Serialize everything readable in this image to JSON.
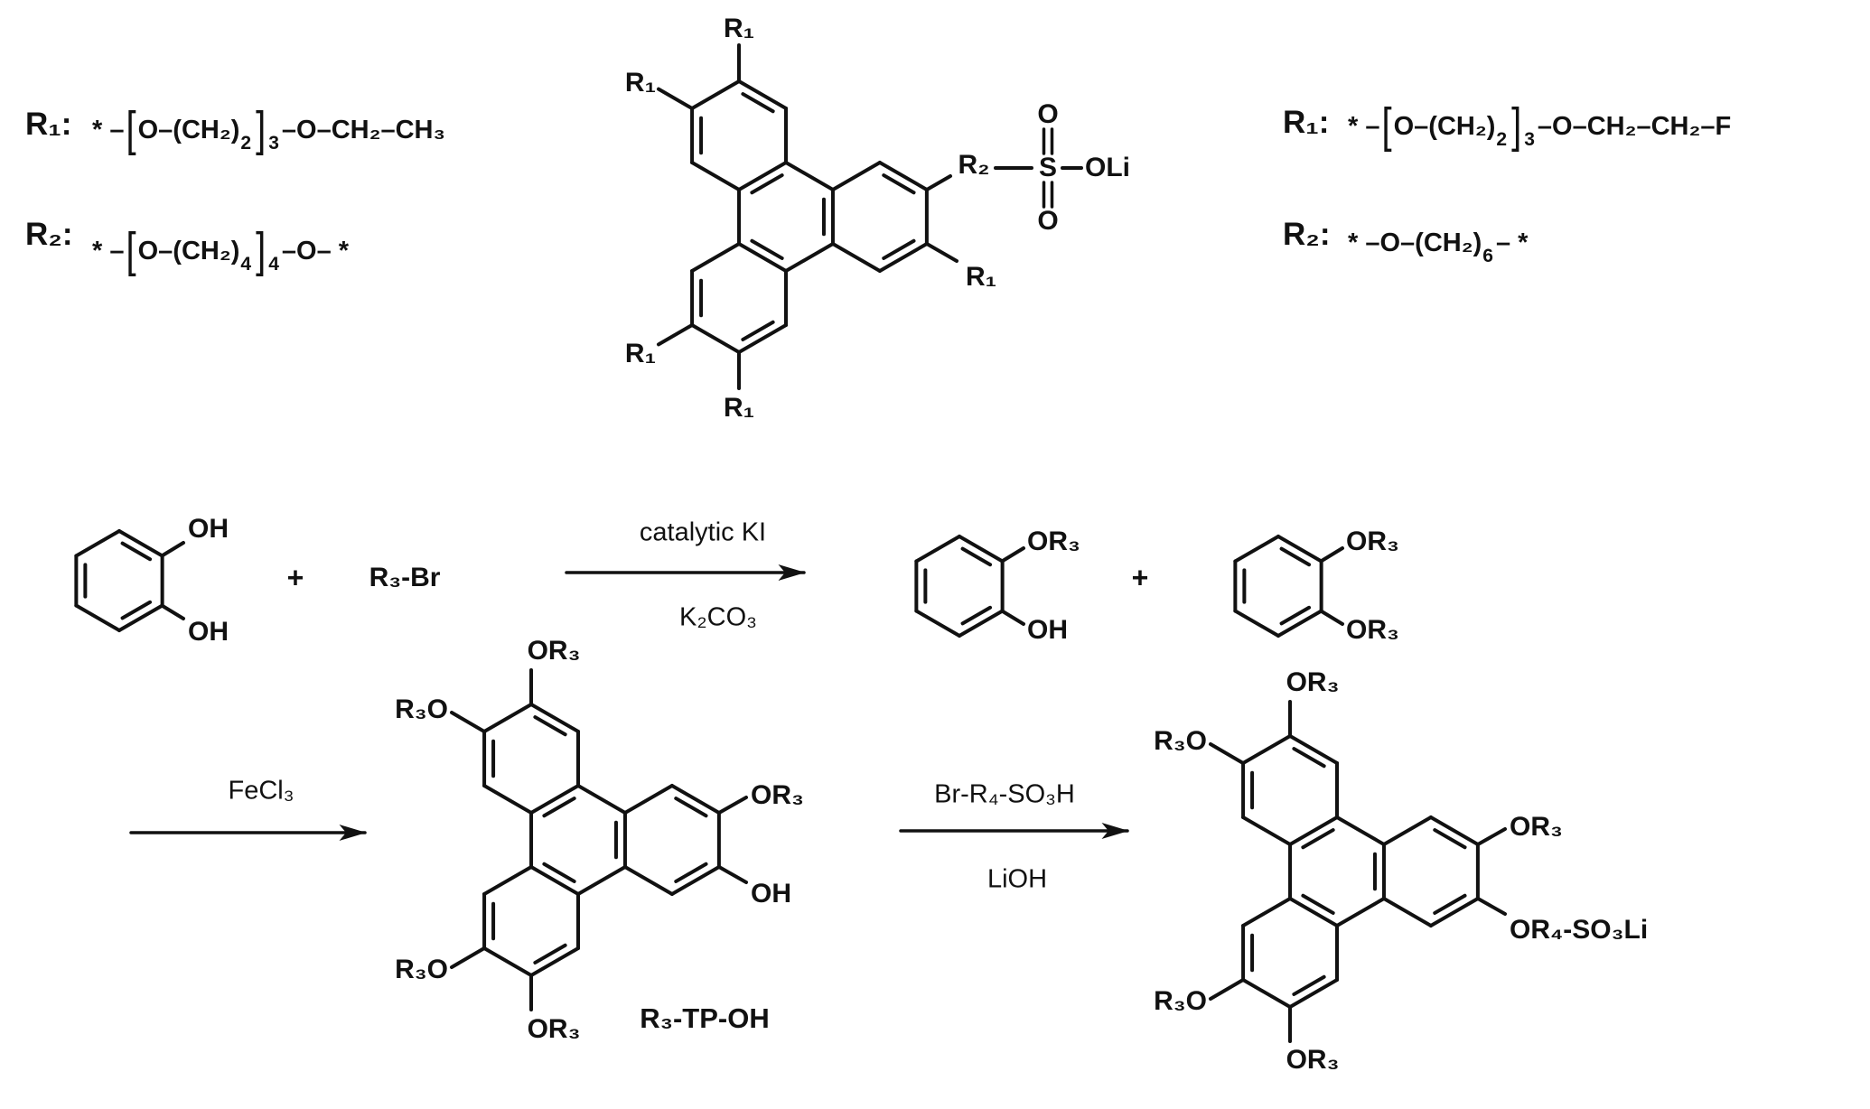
{
  "defs_left": {
    "r1_label": "R₁:",
    "r1_formula": [
      {
        "k": "t",
        "v": "* –"
      },
      {
        "k": "b",
        "v": "["
      },
      {
        "k": "t",
        "v": "O–(CH₂)"
      },
      {
        "k": "s",
        "v": "2"
      },
      {
        "k": "b",
        "v": "]"
      },
      {
        "k": "s",
        "v": "3"
      },
      {
        "k": "t",
        "v": "–O–CH₂–CH₃"
      }
    ],
    "r2_label": "R₂:",
    "r2_formula": [
      {
        "k": "t",
        "v": "* –"
      },
      {
        "k": "b",
        "v": "["
      },
      {
        "k": "t",
        "v": "O–(CH₂)"
      },
      {
        "k": "s",
        "v": "4"
      },
      {
        "k": "b",
        "v": "]"
      },
      {
        "k": "s",
        "v": "4"
      },
      {
        "k": "t",
        "v": "–O– *"
      }
    ]
  },
  "defs_right": {
    "r1_label": "R₁:",
    "r1_formula": [
      {
        "k": "t",
        "v": "* –"
      },
      {
        "k": "b",
        "v": "["
      },
      {
        "k": "t",
        "v": "O–(CH₂)"
      },
      {
        "k": "s",
        "v": "2"
      },
      {
        "k": "b",
        "v": "]"
      },
      {
        "k": "s",
        "v": "3"
      },
      {
        "k": "t",
        "v": "–O–CH₂–CH₂–F"
      }
    ],
    "r2_label": "R₂:",
    "r2_formula": [
      {
        "k": "t",
        "v": "* –O–(CH₂)"
      },
      {
        "k": "s",
        "v": "6"
      },
      {
        "k": "t",
        "v": "– *"
      }
    ]
  },
  "atoms": {
    "r1": "R₁",
    "r2": "R₂",
    "s": "S",
    "o": "O",
    "oli": "OLi",
    "oh": "OH",
    "or3": "OR₃",
    "r3o": "R₃O",
    "or4_so3li": "OR₄-SO₃Li"
  },
  "reaction": {
    "plus": "+",
    "r3_br": "R₃-Br",
    "step1_above": "catalytic KI",
    "step1_below": "K₂CO₃",
    "step2_label": "FeCl₃",
    "step3_above": "Br-R₄-SO₃H",
    "step3_below": "LiOH",
    "tp_oh_caption": "R₃-TP-OH"
  },
  "colors": {
    "ink": "#111111",
    "background": "#ffffff"
  }
}
